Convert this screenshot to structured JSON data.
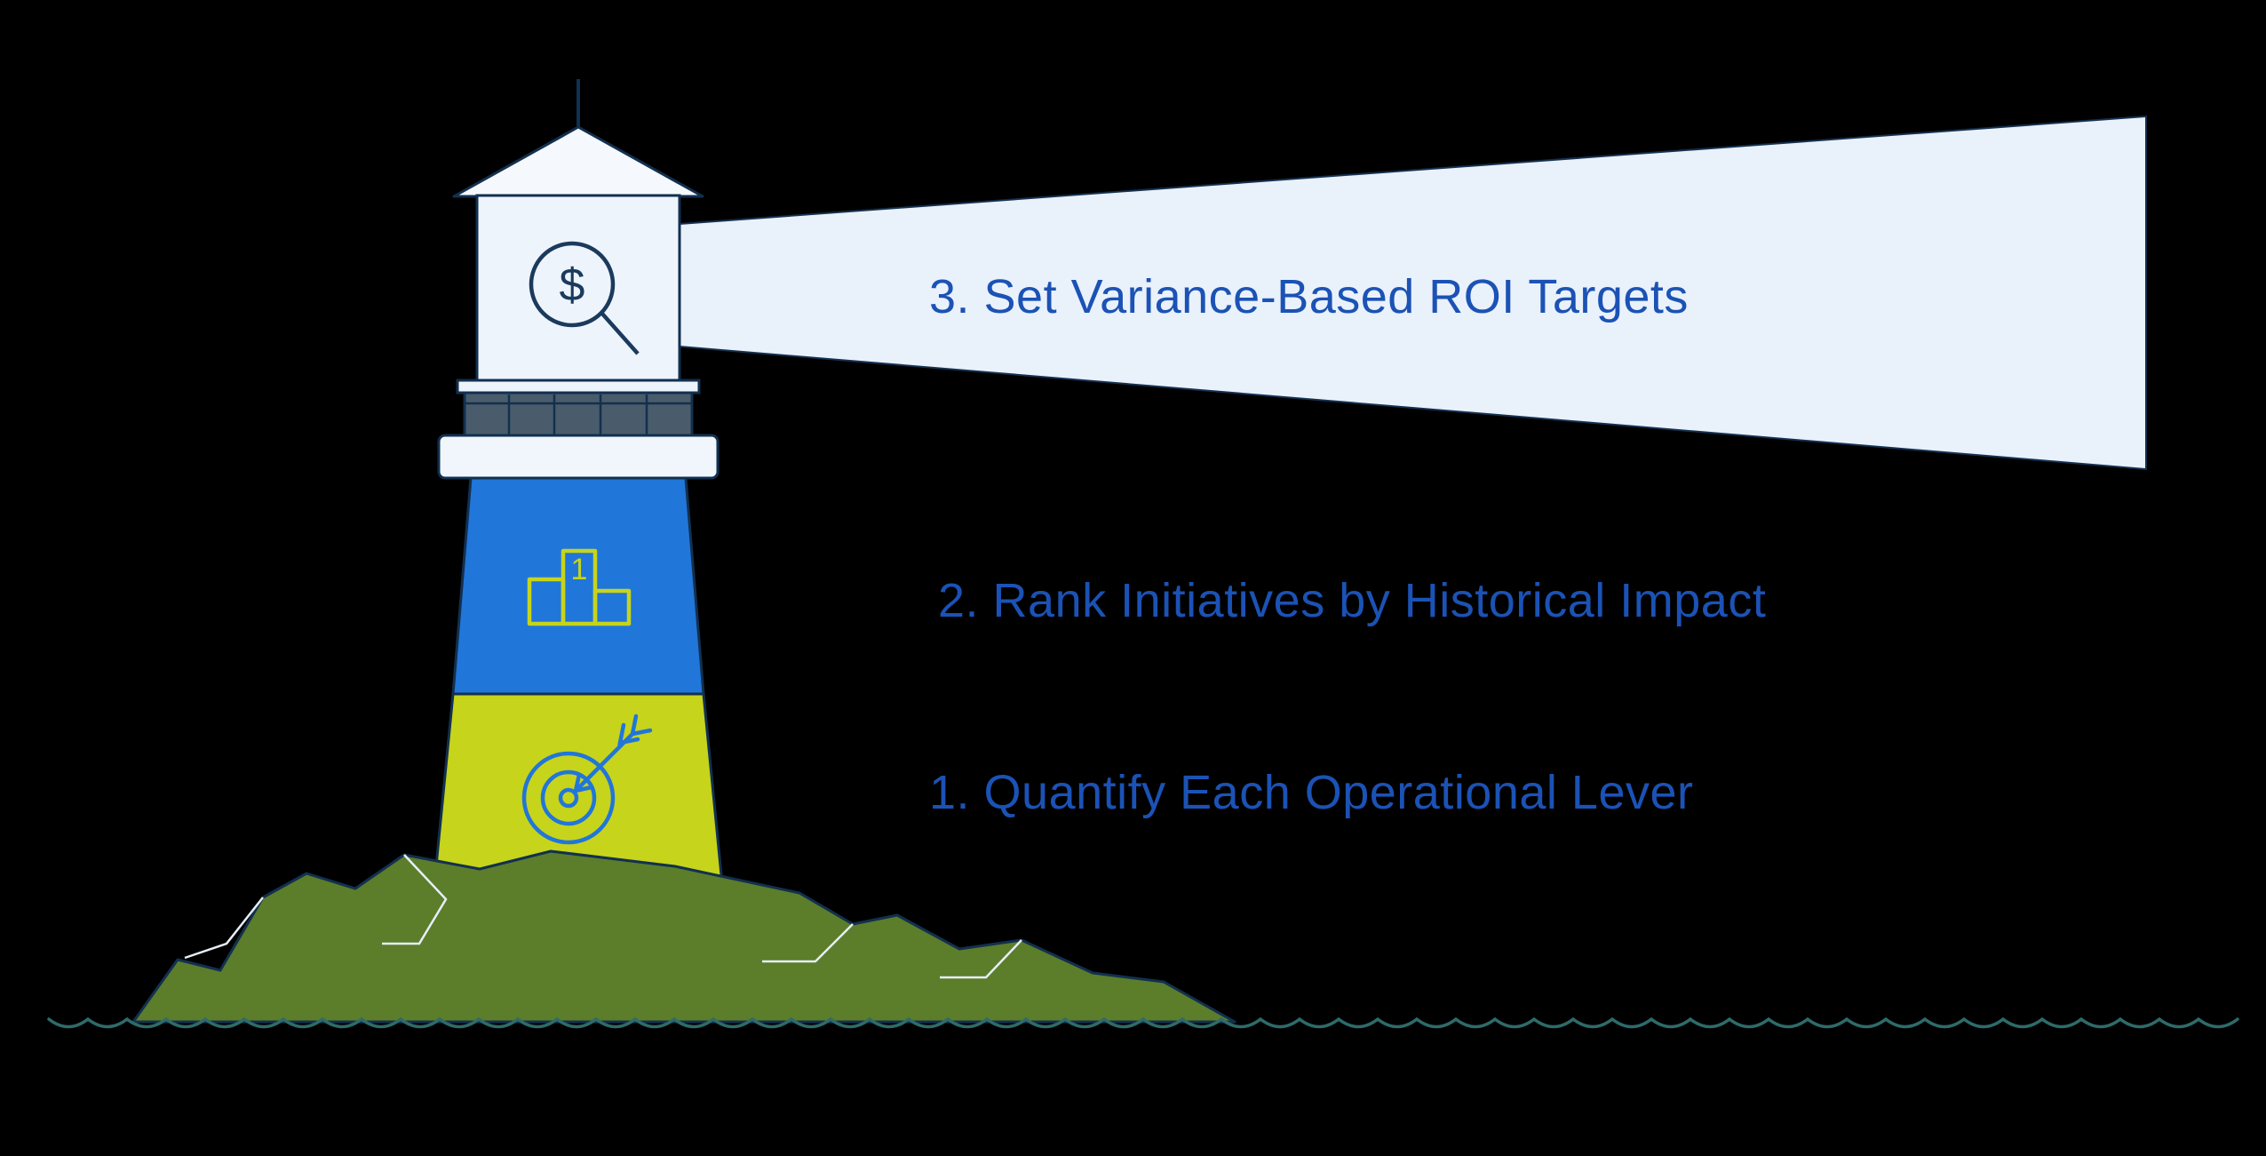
{
  "figure": {
    "type": "illustrated-step-diagram",
    "description": "Lighthouse illustration with three numbered steps; the lighthouse beam highlights step 3"
  },
  "steps": [
    {
      "id": 1,
      "label": "1. Quantify Each Operational Lever",
      "icon": "target-dart-icon",
      "section_color": "#c6d41c"
    },
    {
      "id": 2,
      "label": "2. Rank Initiatives by Historical Impact",
      "icon": "podium-rank-icon",
      "section_color": "#2176d9"
    },
    {
      "id": 3,
      "label": "3. Set Variance-Based ROI Targets",
      "icon": "dollar-magnifier-icon",
      "section_color": "#e9f1fb"
    }
  ],
  "lighthouse": {
    "lamp_icon_symbol": "$",
    "podium_rank_number": "1"
  },
  "colors": {
    "background": "#000000",
    "label_text": "#1b52b5",
    "beam": "#e9f1fb",
    "lamp_room": "#edf4fc",
    "roof": "#f5f9fe",
    "sill": "#eef4fb",
    "gallery": "#4a5c6b",
    "gallery_top": "#66798a",
    "ledge": "#f0f6fc",
    "tower_blue": "#2176d9",
    "tower_yellow": "#c6d41c",
    "rocks": "#5c7d2a",
    "water": "#2e6b6b",
    "outline": "#12304f",
    "icon_on_blue": "#c6d41c",
    "icon_on_yellow": "#2176d9"
  }
}
